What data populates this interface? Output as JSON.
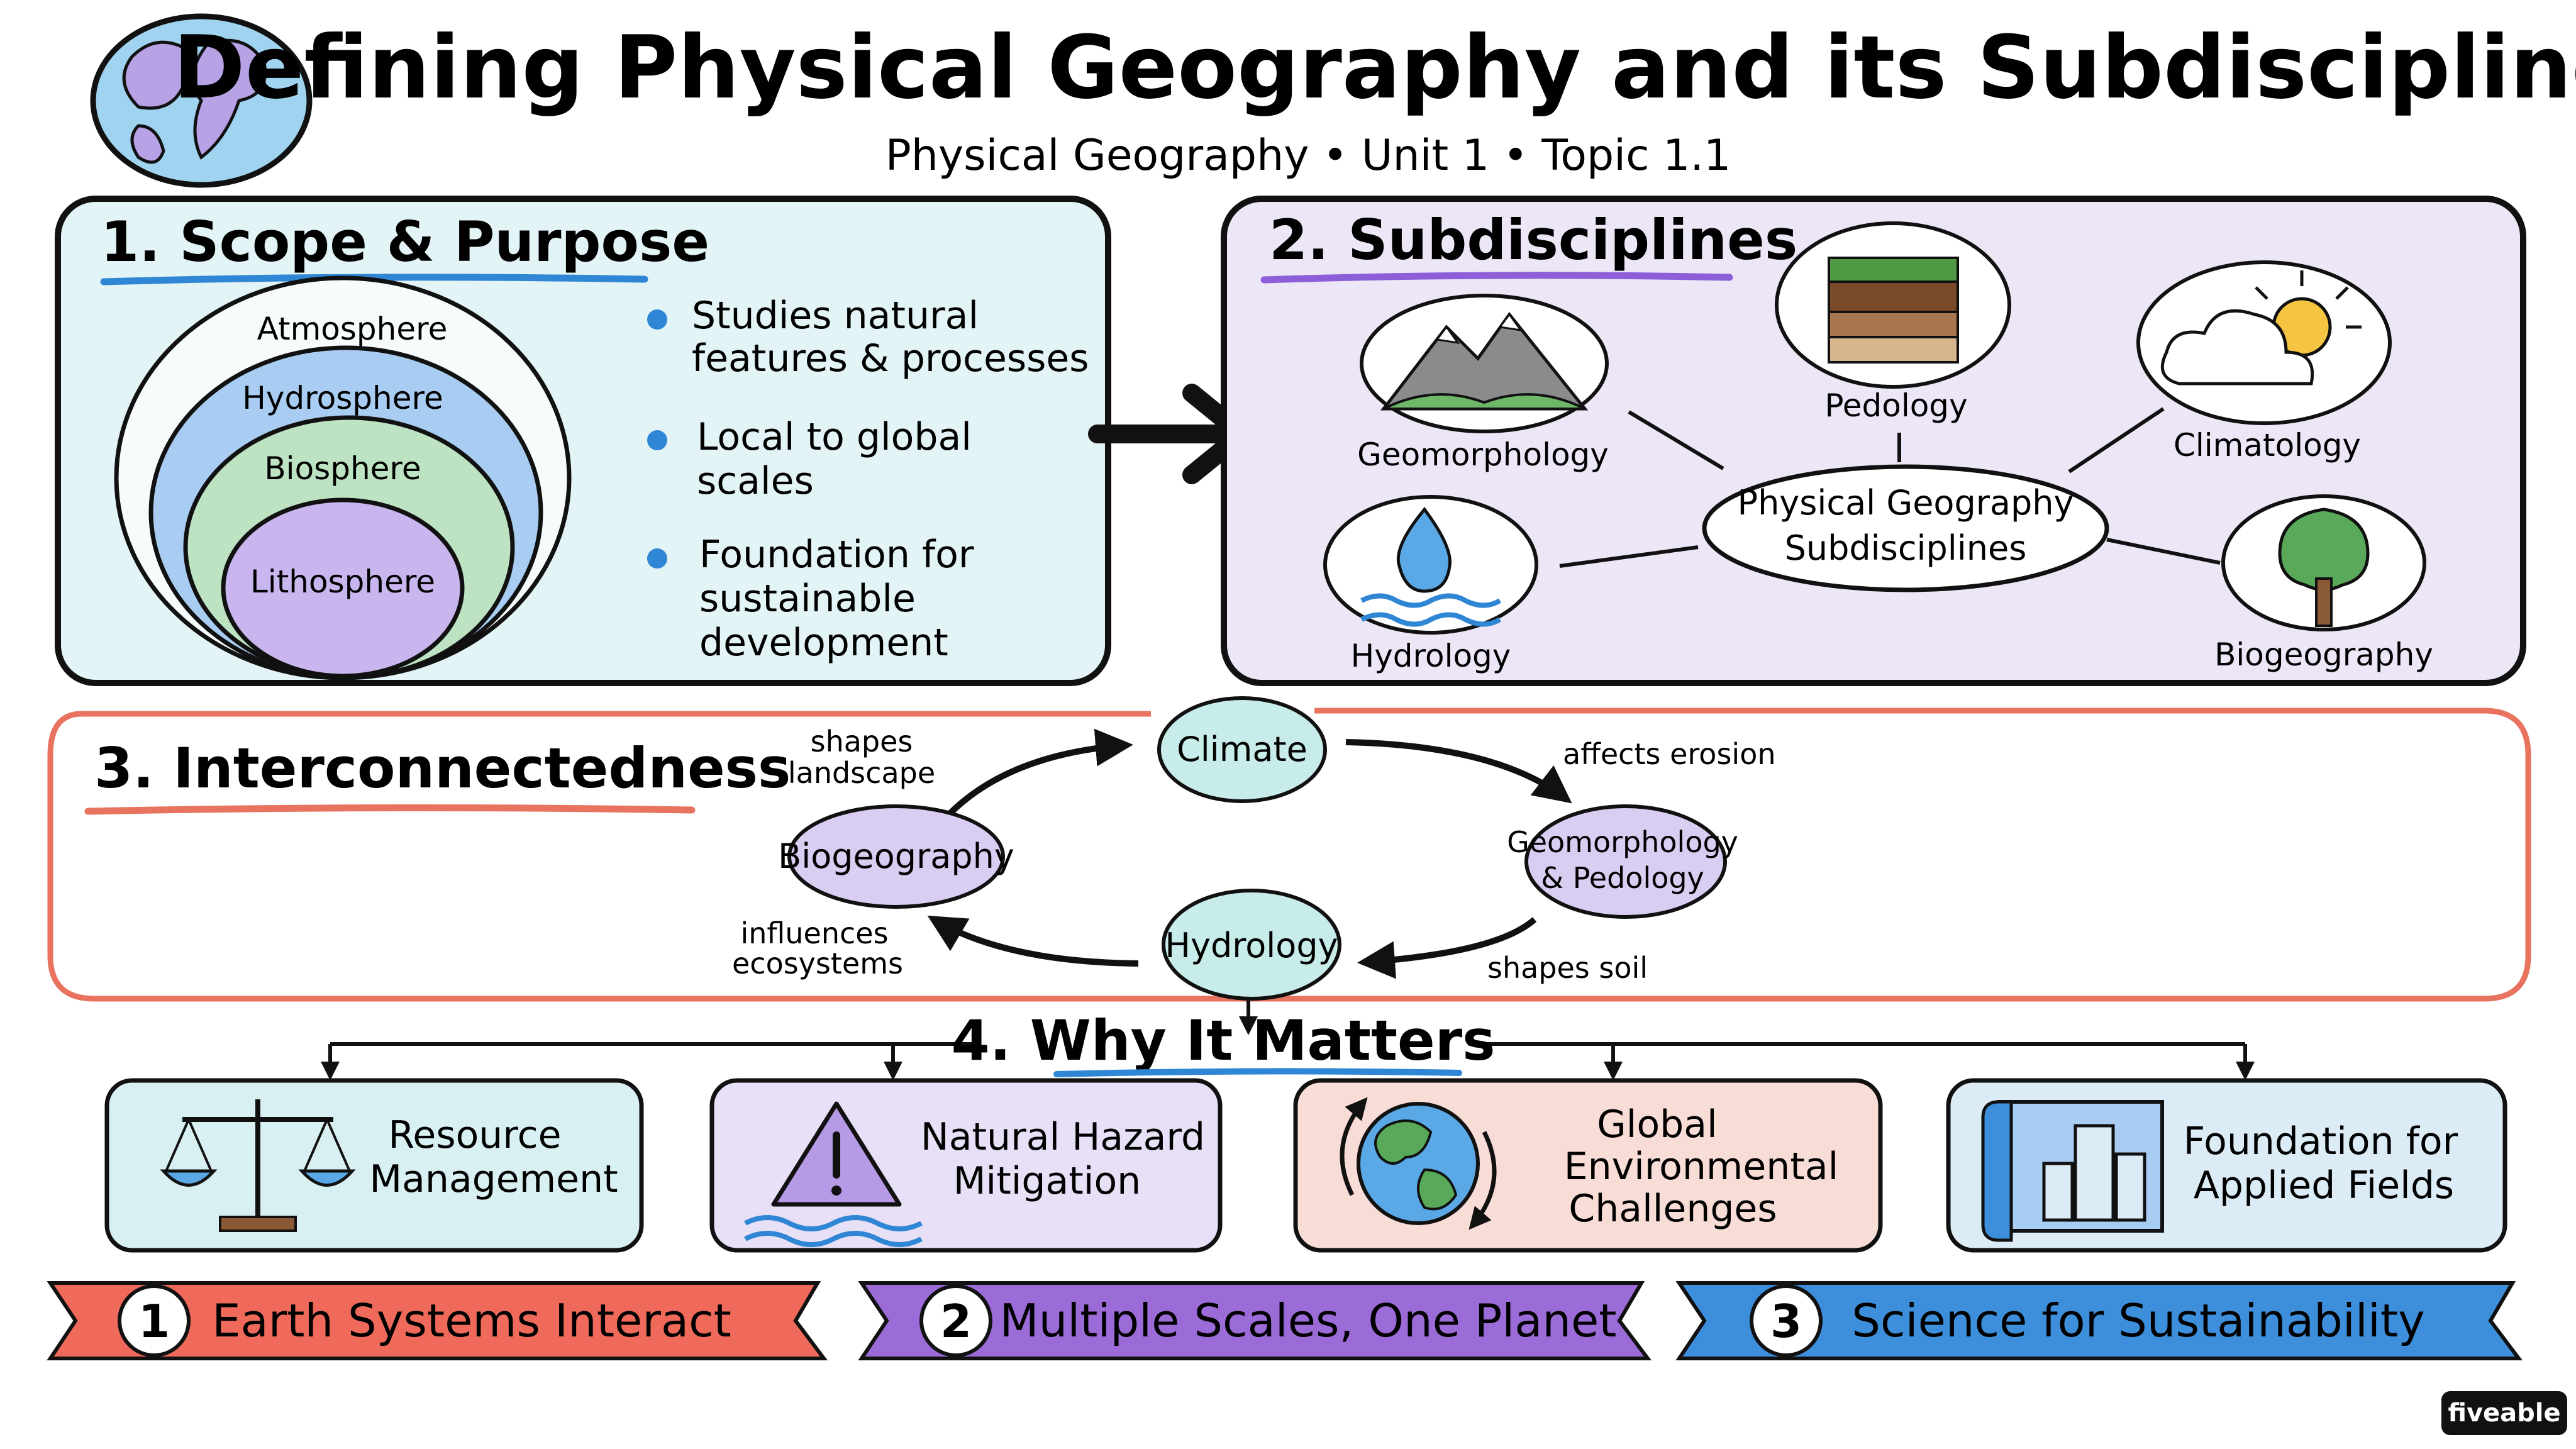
{
  "header": {
    "title": "Defining Physical Geography and its Subdisciplines",
    "subtitle": "Physical Geography • Unit 1 • Topic 1.1"
  },
  "colors": {
    "teal_panel": "#e3f4f6",
    "lavender_panel": "#ece6f7",
    "salmon_border": "#e8735e",
    "blue_accent": "#2f86d4",
    "purple_accent": "#8c5fd8",
    "banner_red": "#f06a5b",
    "banner_purple": "#9b6bd8",
    "banner_blue": "#3d8fdc"
  },
  "scope": {
    "heading": "1. Scope & Purpose",
    "spheres": [
      "Atmosphere",
      "Hydrosphere",
      "Biosphere",
      "Lithosphere"
    ],
    "bullets": [
      [
        "Studies natural",
        "features & processes"
      ],
      [
        "Local to global",
        "scales"
      ],
      [
        "Foundation for",
        "sustainable",
        "development"
      ]
    ]
  },
  "subdisciplines": {
    "heading": "2. Subdisciplines",
    "center": [
      "Physical Geography",
      "Subdisciplines"
    ],
    "items": {
      "geomorphology": "Geomorphology",
      "pedology": "Pedology",
      "climatology": "Climatology",
      "hydrology": "Hydrology",
      "biogeography": "Biogeography"
    }
  },
  "interconnectedness": {
    "heading": "3. Interconnectedness",
    "nodes": {
      "climate": "Climate",
      "geo_ped": [
        "Geomorphology",
        "& Pedology"
      ],
      "hydrology": "Hydrology",
      "biogeography": "Biogeography"
    },
    "edges": {
      "affects_erosion": "affects erosion",
      "shapes_soil": "shapes soil",
      "influences": [
        "influences",
        "ecosystems"
      ],
      "shapes_landscape": [
        "shapes",
        "landscape"
      ]
    }
  },
  "why": {
    "heading": "4. Why It Matters",
    "cards": [
      [
        "Resource",
        "Management"
      ],
      [
        "Natural Hazard",
        "Mitigation"
      ],
      [
        "Global",
        "Environmental",
        "Challenges"
      ],
      [
        "Foundation for",
        "Applied Fields"
      ]
    ]
  },
  "banners": [
    {
      "num": "1",
      "text": "Earth Systems Interact"
    },
    {
      "num": "2",
      "text": "Multiple Scales, One Planet"
    },
    {
      "num": "3",
      "text": "Science for Sustainability"
    }
  ],
  "brand": "fiveable"
}
